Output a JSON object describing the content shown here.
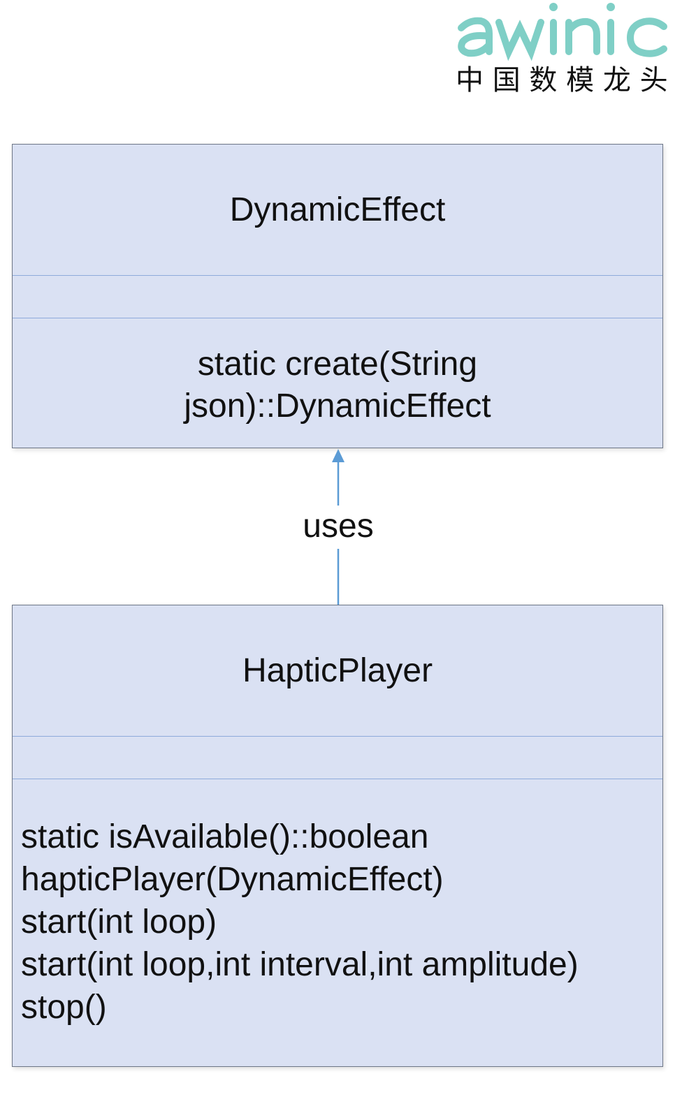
{
  "logo": {
    "wordmark": "awinic",
    "tagline": "中 国 数 模 龙 头",
    "color": "#7fcfc6"
  },
  "classes": [
    {
      "name": "DynamicEffect",
      "attributes": [],
      "operations": [
        "static create(String",
        "json)::DynamicEffect"
      ]
    },
    {
      "name": "HapticPlayer",
      "attributes": [],
      "operations": [
        "static isAvailable()::boolean",
        "hapticPlayer(DynamicEffect)",
        "start(int loop)",
        "start(int loop,int interval,int amplitude)",
        "stop()"
      ]
    }
  ],
  "relationship": {
    "label": "uses",
    "from": "HapticPlayer",
    "to": "DynamicEffect",
    "line_color": "#5b9bd5"
  },
  "colors": {
    "box_fill": "#dae1f3",
    "box_border": "#6d7686",
    "separator": "#8eaadb"
  }
}
